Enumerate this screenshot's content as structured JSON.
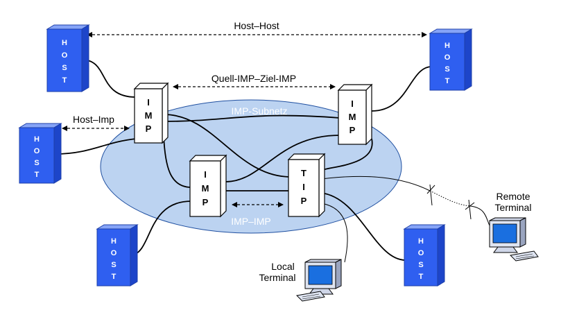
{
  "labels": {
    "host_host": "Host–Host",
    "quell_ziel": "Quell-IMP–Ziel-IMP",
    "host_imp": "Host–Imp",
    "subnet": "IMP-Subnetz",
    "imp_imp": "IMP–IMP",
    "remote_line1": "Remote",
    "remote_line2": "Terminal",
    "local_line1": "Local",
    "local_line2": "Terminal"
  },
  "nodes": {
    "imp": [
      "I",
      "M",
      "P"
    ],
    "tip": [
      "T",
      "I",
      "P"
    ],
    "host": [
      "H",
      "O",
      "S",
      "T"
    ]
  },
  "colors": {
    "host_fill": "#2f5ff0",
    "subnet_fill": "#bcd3f1",
    "box_fill": "#ffffff",
    "monitor_screen": "#1a6fe0"
  }
}
